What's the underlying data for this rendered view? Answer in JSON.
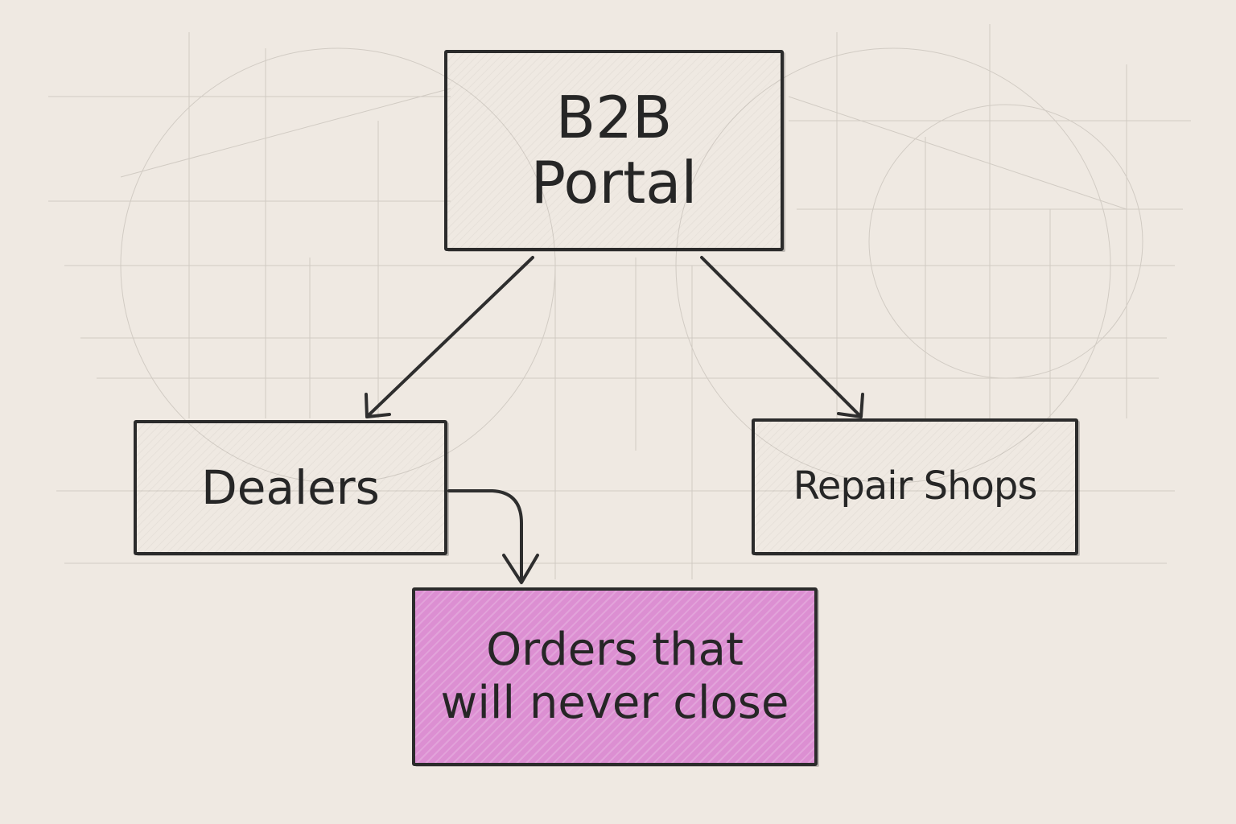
{
  "diagram": {
    "nodes": {
      "portal": {
        "label": "B2B\nPortal"
      },
      "dealers": {
        "label": "Dealers"
      },
      "repair": {
        "label": "Repair Shops"
      },
      "orders": {
        "label": "Orders that\nwill never close",
        "fill": "#dc8fd2"
      }
    },
    "edges": [
      {
        "from": "portal",
        "to": "dealers"
      },
      {
        "from": "portal",
        "to": "repair"
      },
      {
        "from": "dealers",
        "to": "orders"
      }
    ],
    "colors": {
      "background": "#efe9e2",
      "stroke": "#2b2b2b",
      "highlight": "#dc8fd2"
    }
  }
}
